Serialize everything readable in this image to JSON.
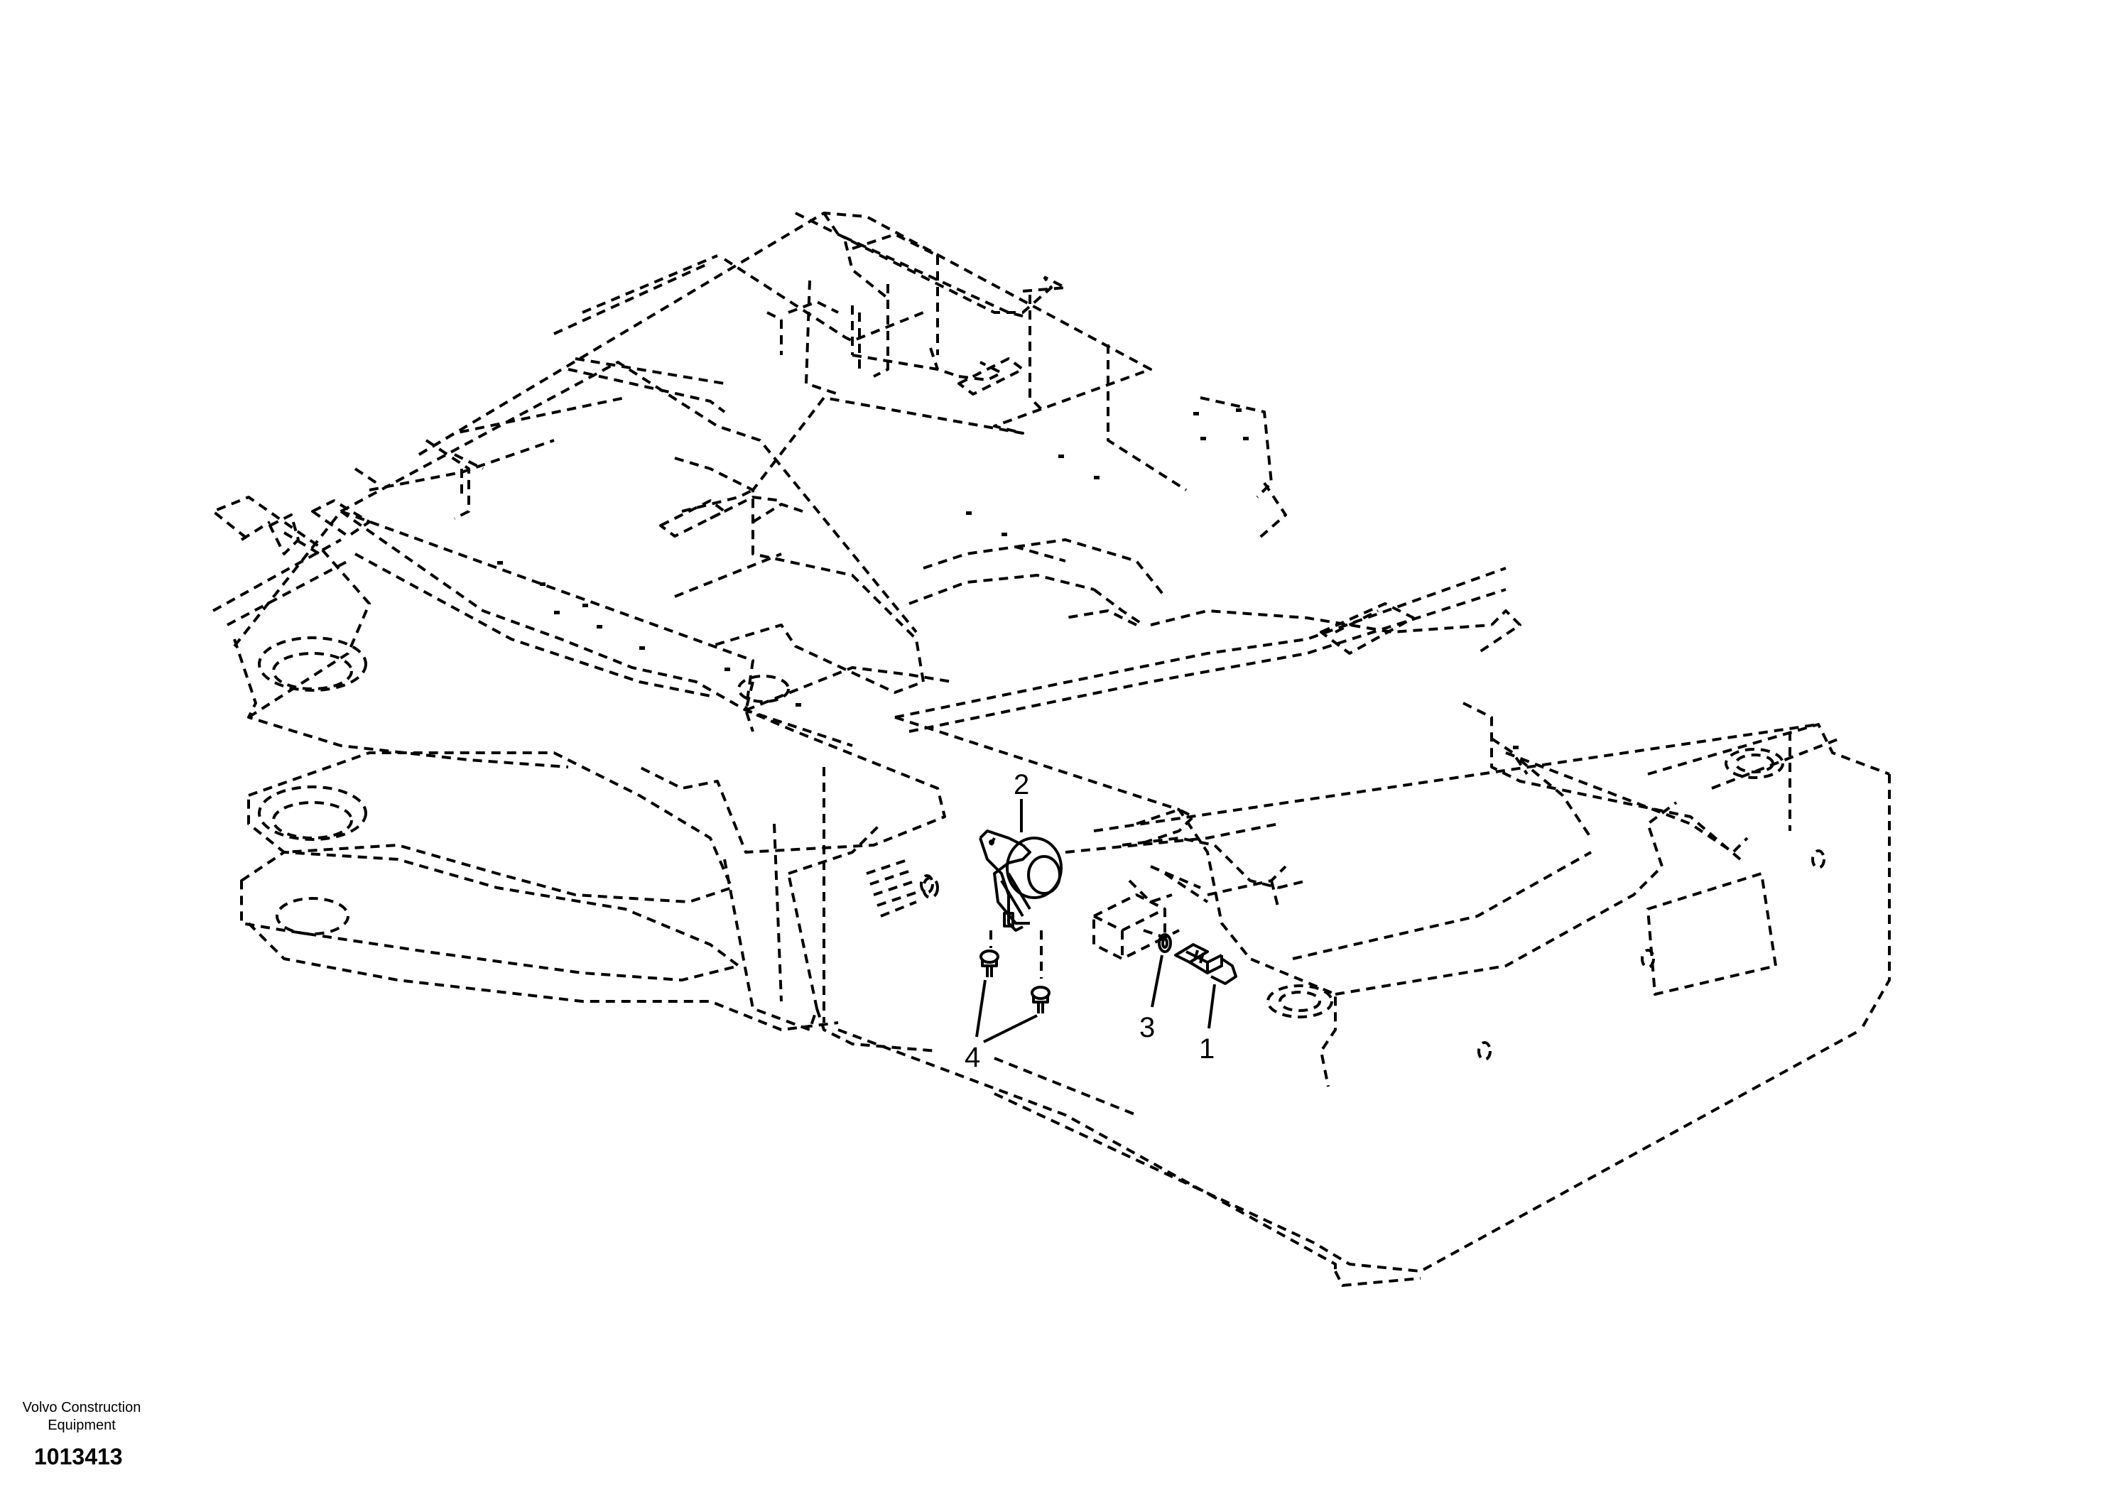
{
  "diagram": {
    "callouts": [
      {
        "id": "1",
        "label": "1"
      },
      {
        "id": "2",
        "label": "2"
      },
      {
        "id": "3",
        "label": "3"
      },
      {
        "id": "4",
        "label": "4"
      }
    ]
  },
  "footer": {
    "brand_line1": "Volvo Construction",
    "brand_line2": "Equipment",
    "document_number": "1013413"
  }
}
